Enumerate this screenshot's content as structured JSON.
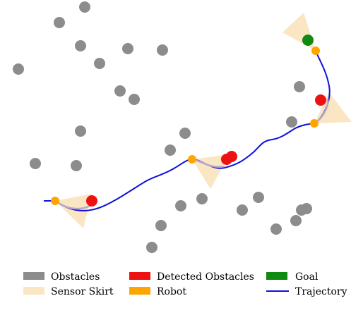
{
  "legend": {
    "obstacles": "Obstacles",
    "sensor_skirt": "Sensor Skirt",
    "detected_obstacles": "Detected Obstacles",
    "robot": "Robot",
    "goal": "Goal",
    "trajectory": "Trajectory"
  },
  "colors": {
    "obstacle": "#8c8c8c",
    "sensor_skirt": "#fbe6c4",
    "detected": "#ee1111",
    "robot": "#ffa500",
    "goal": "#118a11",
    "trajectory": "#1010dd",
    "trail": "#b8a8c8"
  }
}
